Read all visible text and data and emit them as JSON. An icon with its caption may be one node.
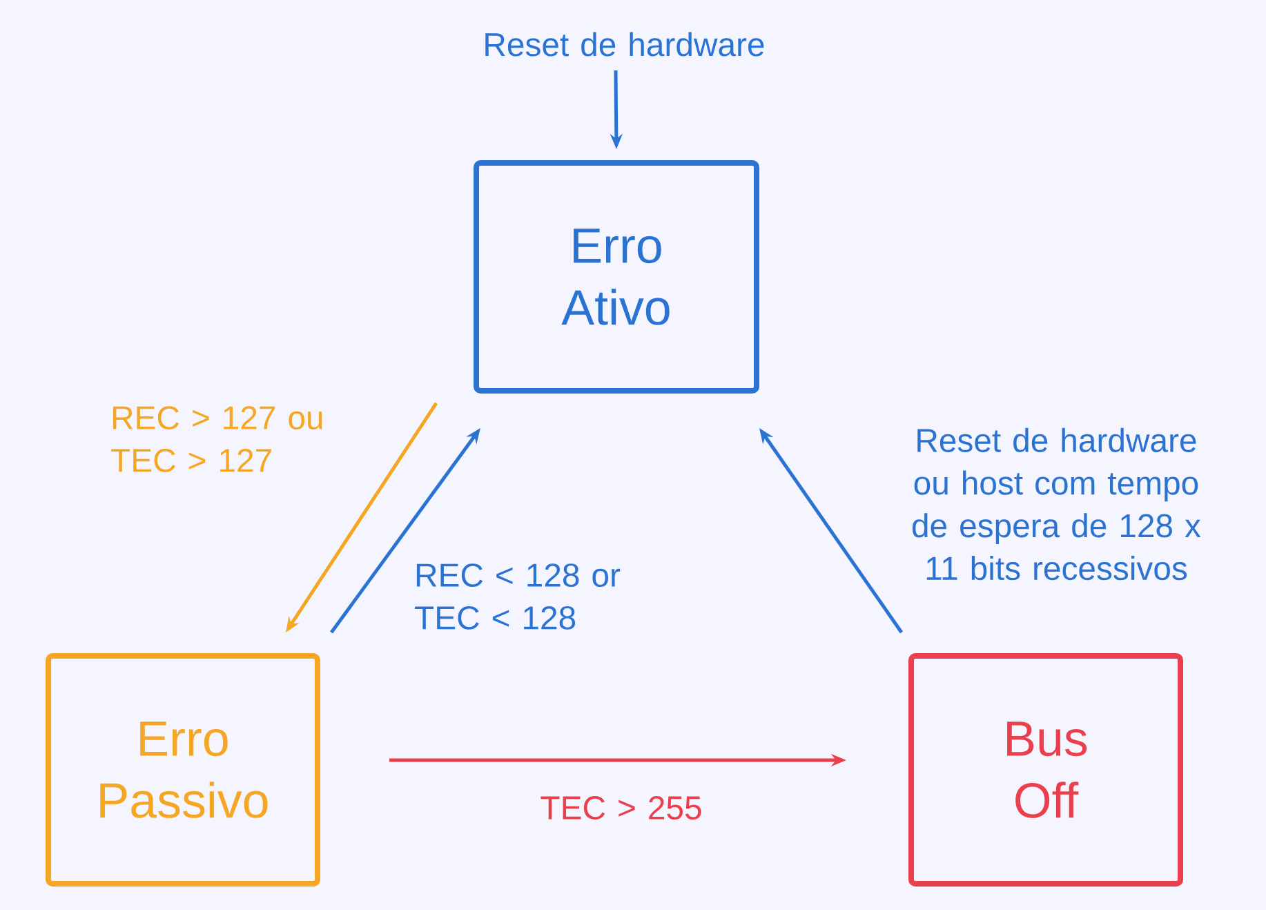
{
  "diagram": {
    "nodes": [
      {
        "text": [
          "Erro Ativo"
        ]
      },
      {
        "text": [
          "Erro Passivo"
        ]
      },
      {
        "text": [
          "Bus Off"
        ]
      },
      {
        "text": [
          "Reset de hardware"
        ]
      }
    ],
    "edges": [
      {
        "from": 3,
        "to": 0,
        "arrow": "to"
      },
      {
        "from": 0,
        "to": 1,
        "arrow": "to",
        "label": "REC > 127 ou TEC > 127",
        "color": "#f5a623"
      },
      {
        "from": 1,
        "to": 0,
        "arrow": "to",
        "label": "REC < 128 or TEC < 128"
      },
      {
        "from": 1,
        "to": 2,
        "arrow": "to",
        "label": "TEC > 255",
        "color": "#ea3f4c"
      },
      {
        "from": 2,
        "to": 0,
        "arrow": "to",
        "label": "Reset de hardware ou host com tempo de espera de 128 x 11 bits recessivos"
      }
    ]
  }
}
